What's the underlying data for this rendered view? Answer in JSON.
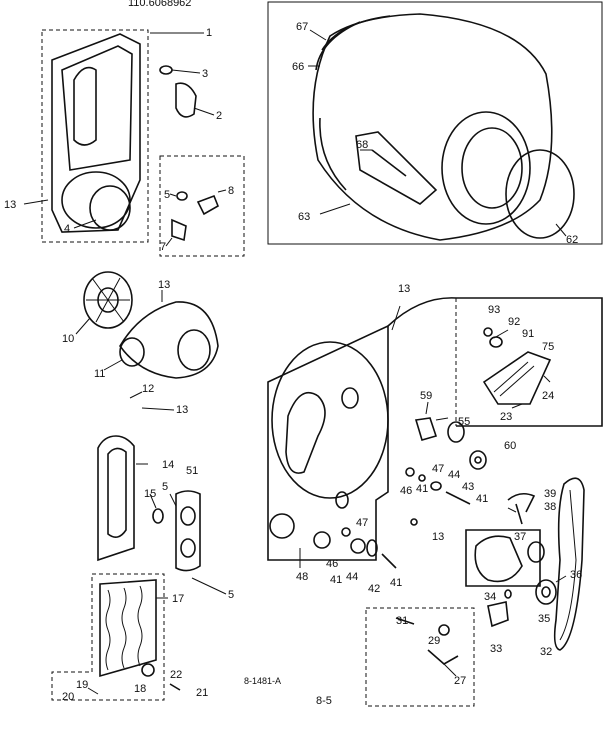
{
  "header_code": "110.6068962",
  "drawing_number": "8-1481-A",
  "page_number": "8-5",
  "callouts": {
    "c1": "1",
    "c2": "2",
    "c3": "3",
    "c4": "4",
    "c5": "5",
    "c7": "7",
    "c8": "8",
    "c10": "10",
    "c11": "11",
    "c12": "12",
    "c13": "13",
    "c14": "14",
    "c15": "15",
    "c17": "17",
    "c18": "18",
    "c19": "19",
    "c20": "20",
    "c21": "21",
    "c22": "22",
    "c23": "23",
    "c24": "24",
    "c27": "27",
    "c29": "29",
    "c31": "31",
    "c32": "32",
    "c33": "33",
    "c34": "34",
    "c35": "35",
    "c36": "36",
    "c37": "37",
    "c38": "38",
    "c39": "39",
    "c41": "41",
    "c42": "42",
    "c43": "43",
    "c44": "44",
    "c46": "46",
    "c47": "47",
    "c48": "48",
    "c51": "51",
    "c55": "55",
    "c59": "59",
    "c60": "60",
    "c62": "62",
    "c63": "63",
    "c66": "66",
    "c67": "67",
    "c68": "68",
    "c75": "75",
    "c91": "91",
    "c92": "92",
    "c93": "93"
  }
}
